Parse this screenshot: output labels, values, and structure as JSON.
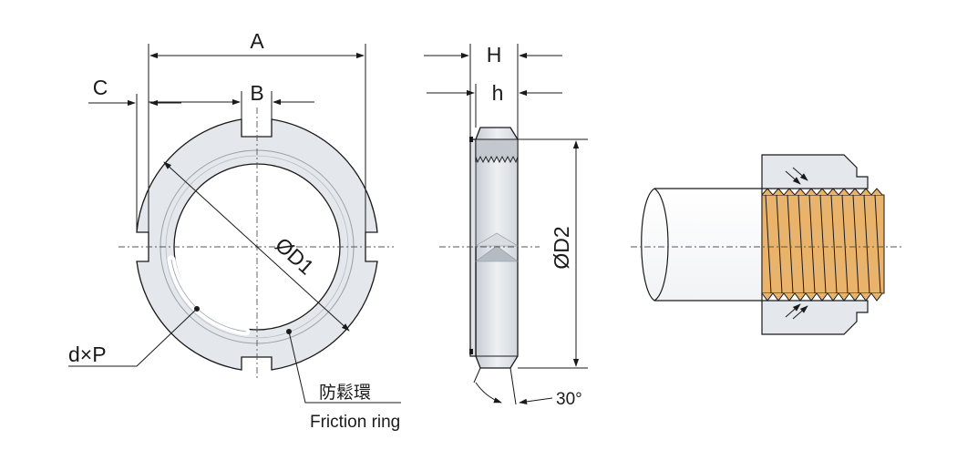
{
  "front_view": {
    "label_A": "A",
    "label_B": "B",
    "label_C": "C",
    "label_D1": "ØD1",
    "label_dxP": "d×P",
    "label_friction_ring_cn": "防鬆環",
    "label_friction_ring_en": "Friction ring"
  },
  "side_view": {
    "label_H": "H",
    "label_h": "h",
    "label_D2": "ØD2",
    "label_angle": "30°"
  },
  "colors": {
    "body": "#e4e7eb",
    "ring": "#eef0f3",
    "thread": "#e9b36b",
    "outline": "#1a1a1a"
  }
}
